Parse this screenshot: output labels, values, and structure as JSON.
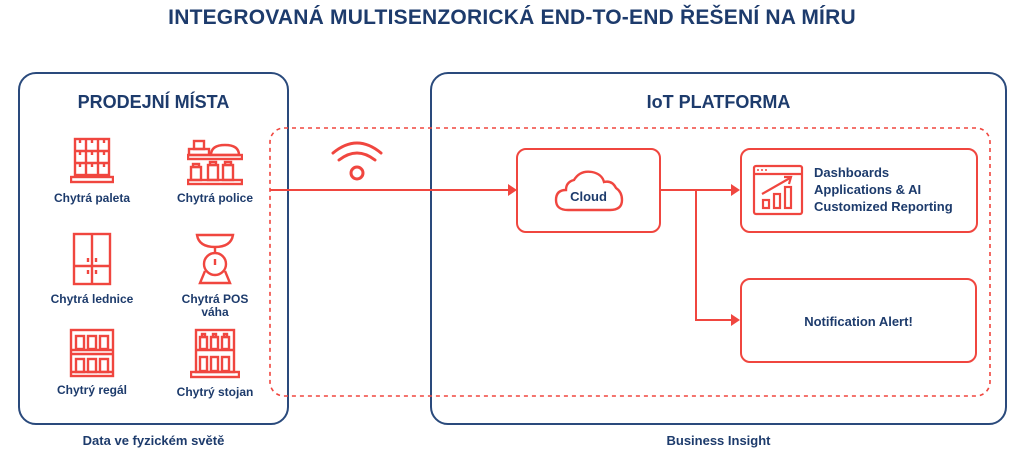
{
  "title": "INTEGROVANÁ MULTISENZORICKÁ END-TO-END ŘEŠENÍ NA MÍRU",
  "colors": {
    "navy": "#1d3b6c",
    "accent_red": "#f0463f",
    "panel_border": "#2a4a7c"
  },
  "left_panel": {
    "title": "PRODEJNÍ MÍSTA",
    "caption": "Data ve fyzickém světě",
    "items": [
      {
        "label": "Chytrá paleta",
        "icon": "pallet-icon"
      },
      {
        "label": "Chytrá police",
        "icon": "shelf-icon"
      },
      {
        "label": "Chytrá lednice",
        "icon": "fridge-icon"
      },
      {
        "label": "Chytrá POS váha",
        "label_line1": "Chytrá POS",
        "label_line2": "váha",
        "icon": "scale-icon"
      },
      {
        "label": "Chytrý regál",
        "icon": "rack-icon"
      },
      {
        "label": "Chytrý stojan",
        "icon": "stand-icon"
      }
    ]
  },
  "connection": {
    "icon": "wifi-icon"
  },
  "right_panel": {
    "title": "IoT PLATFORMA",
    "caption": "Business Insight",
    "cloud": {
      "label": "Cloud",
      "icon": "cloud-icon"
    },
    "outputs": [
      {
        "lines": [
          "Dashboards",
          "Applications & AI",
          "Customized Reporting"
        ],
        "icon": "dashboard-chart-icon"
      },
      {
        "lines": [
          "Notification Alert!"
        ]
      }
    ]
  }
}
